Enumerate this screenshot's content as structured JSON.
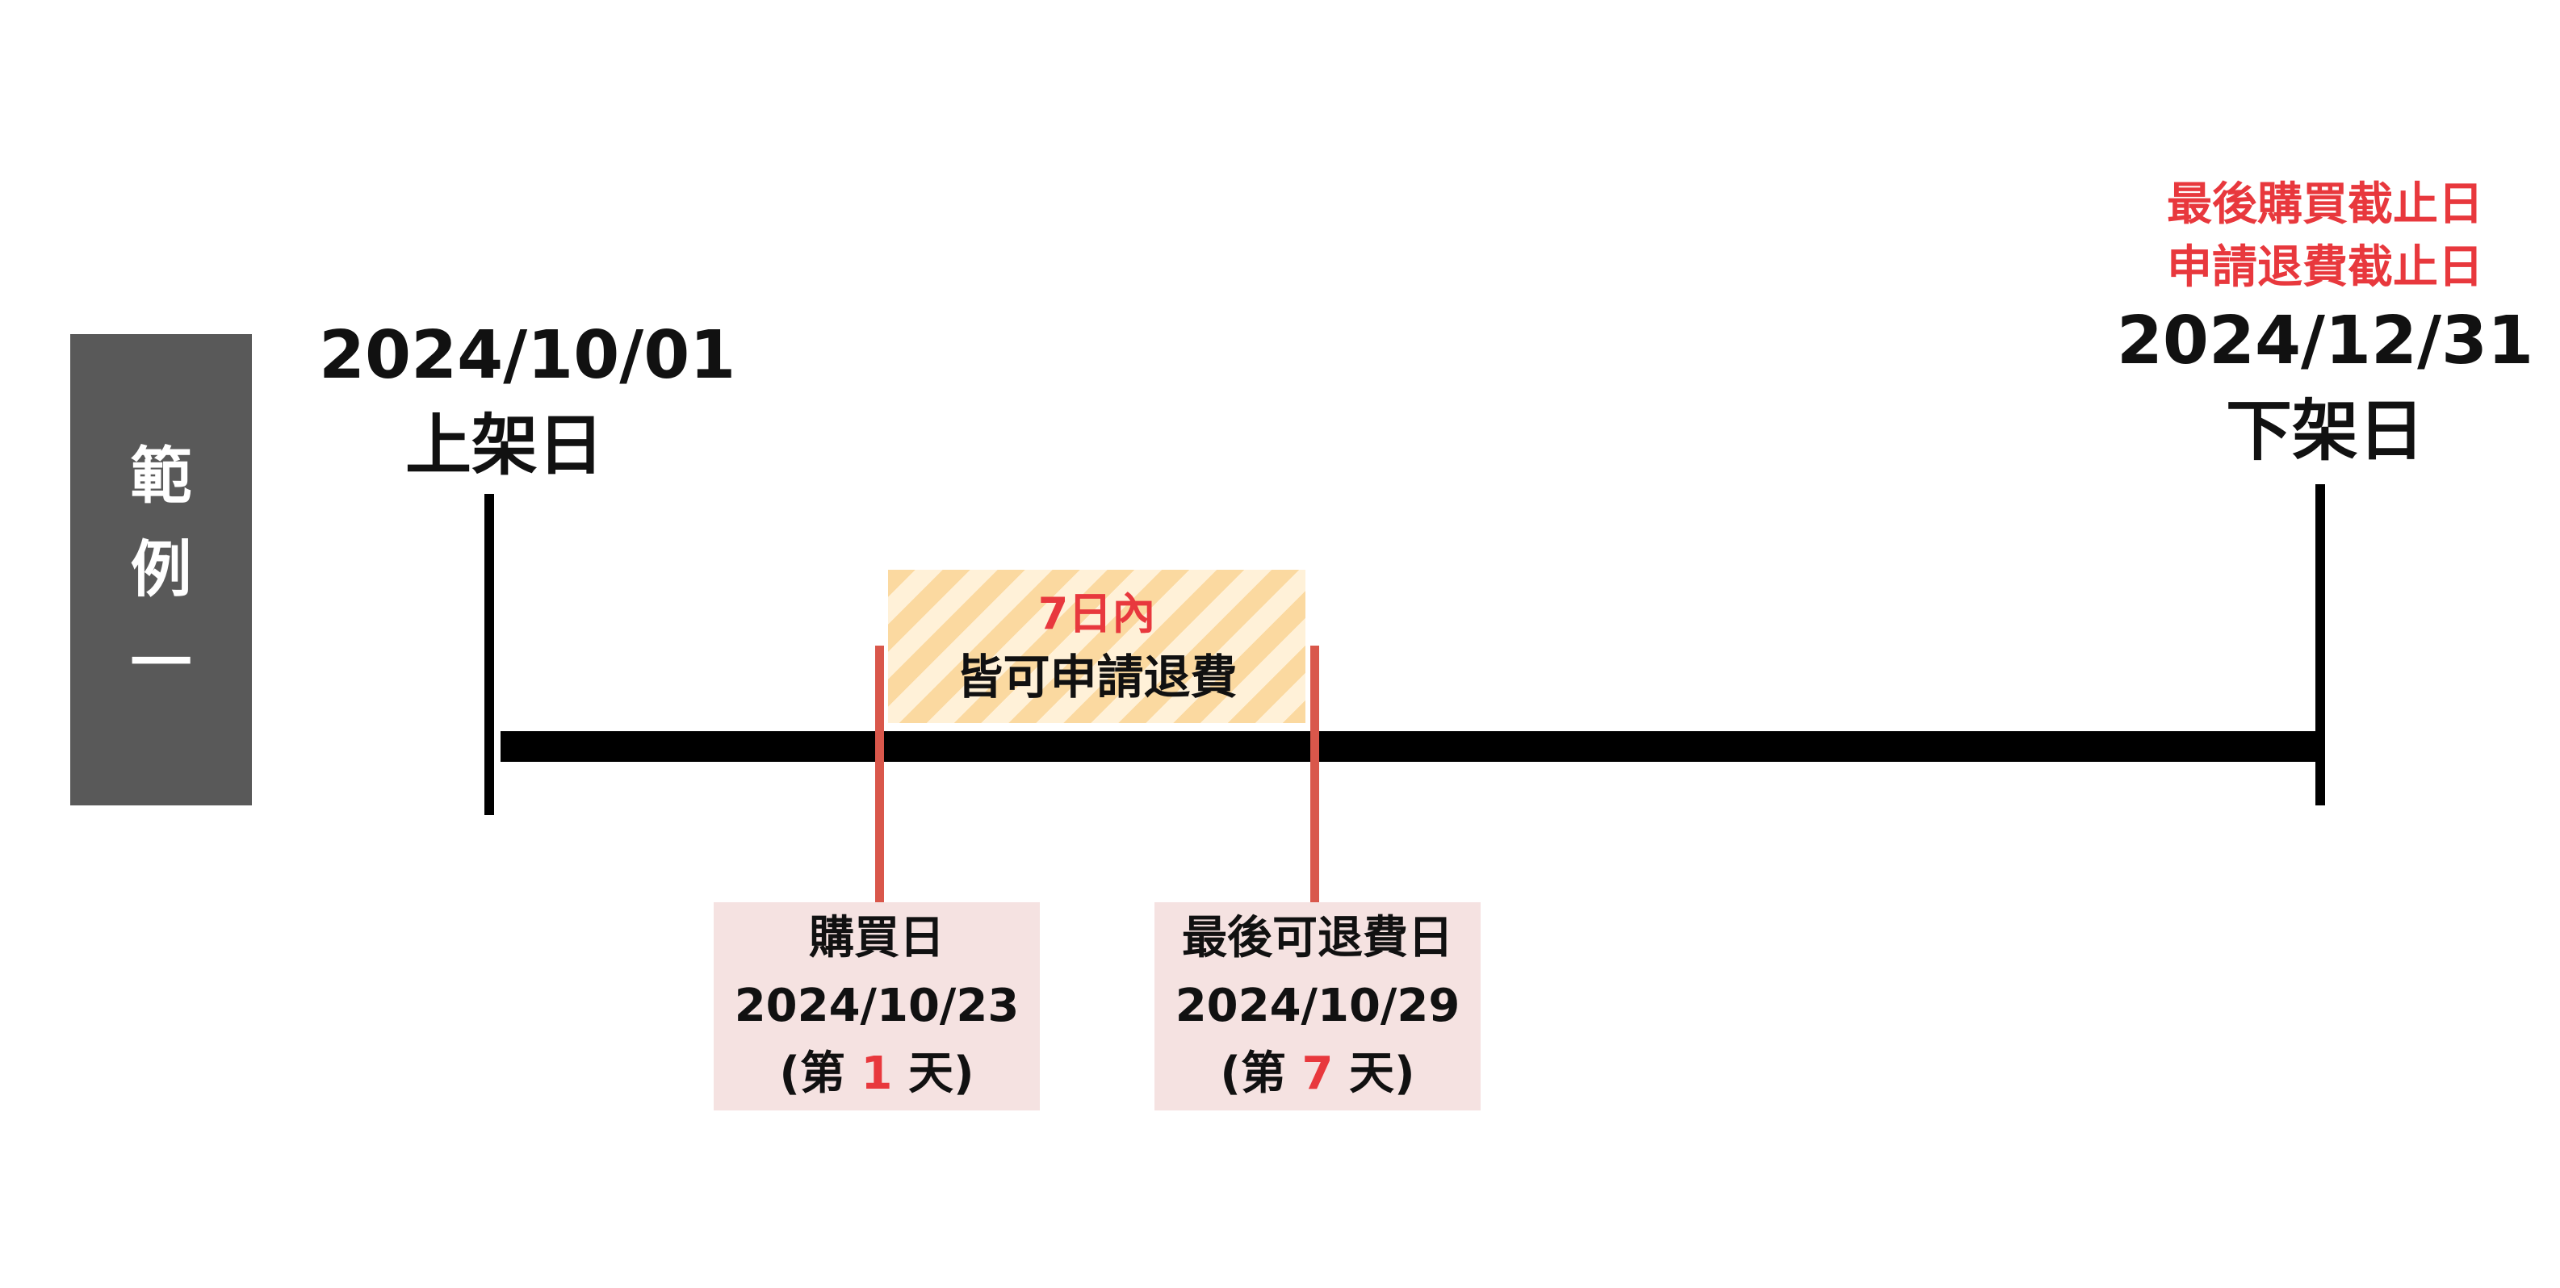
{
  "example_label": [
    "範",
    "例",
    "一"
  ],
  "launch": {
    "date": "2024/10/01",
    "label": "上架日"
  },
  "delist": {
    "notes": [
      "最後購買截止日",
      "申請退費截止日"
    ],
    "date": "2024/12/31",
    "label": "下架日"
  },
  "refund_window": {
    "line1": "7日內",
    "line2": "皆可申請退費"
  },
  "purchase": {
    "title": "購買日",
    "date": "2024/10/23",
    "day_prefix": "(第 ",
    "day_number": "1",
    "day_suffix": " 天)"
  },
  "last_refund": {
    "title": "最後可退費日",
    "date": "2024/10/29",
    "day_prefix": "(第 ",
    "day_number": "7",
    "day_suffix": " 天)"
  },
  "colors": {
    "badge": "#595959",
    "accent_red": "#e8383d",
    "tick_red": "#d9574b",
    "box_pink": "#f5e2e1",
    "hatch_orange": "#fbd9a0"
  }
}
